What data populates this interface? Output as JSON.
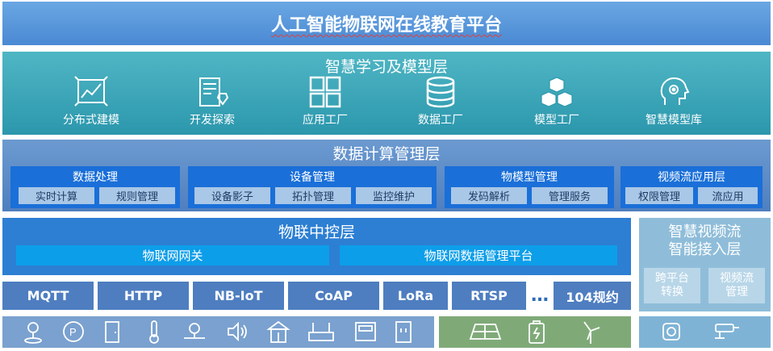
{
  "title": "人工智能物联网在线教育平台",
  "ai_layer": {
    "title": "智慧学习及模型层",
    "items": [
      {
        "label": "分布式建模",
        "icon": "distributed-modeling-icon"
      },
      {
        "label": "开发探索",
        "icon": "development-document-icon"
      },
      {
        "label": "应用工厂",
        "icon": "app-grid-icon"
      },
      {
        "label": "数据工厂",
        "icon": "database-icon"
      },
      {
        "label": "模型工厂",
        "icon": "cubes-icon"
      },
      {
        "label": "智慧模型库",
        "icon": "brain-gear-icon"
      }
    ]
  },
  "calc_layer": {
    "title": "数据计算管理层",
    "groups": [
      {
        "title": "数据处理",
        "items": [
          "实时计算",
          "规则管理"
        ]
      },
      {
        "title": "设备管理",
        "items": [
          "设备影子",
          "拓扑管理",
          "监控维护"
        ]
      },
      {
        "title": "物模型管理",
        "items": [
          "发码解析",
          "管理服务"
        ]
      },
      {
        "title": "视频流应用层",
        "items": [
          "权限管理",
          "流应用"
        ]
      }
    ]
  },
  "iot_layer": {
    "title": "物联中控层",
    "items": [
      "物联网网关",
      "物联网数据管理平台"
    ]
  },
  "video_layer": {
    "title_line1": "智慧视频流",
    "title_line2": "智能接入层",
    "items": [
      {
        "line1": "跨平台",
        "line2": "转换"
      },
      {
        "line1": "视频流",
        "line2": "管理"
      }
    ]
  },
  "protocols": [
    "MQTT",
    "HTTP",
    "NB-IoT",
    "CoAP",
    "LoRa",
    "RTSP",
    "104规约"
  ],
  "protocols_more": "…",
  "devices": {
    "sensor_icons": [
      "location-sensor-icon",
      "parking-sensor-icon",
      "door-sensor-icon",
      "thermometer-icon",
      "valve-icon",
      "speaker-icon",
      "building-icon",
      "router-icon",
      "gas-meter-icon",
      "smart-socket-icon"
    ],
    "energy_icons": [
      "solar-panel-icon",
      "battery-icon",
      "wind-turbine-icon"
    ],
    "video_icons": [
      "dome-camera-icon",
      "bullet-camera-icon"
    ]
  },
  "colors": {
    "title_bar": "#4a89d3",
    "ai_layer": "#2c97ad",
    "calc_layer": "#4f7fbf",
    "calc_group": "#1a6fd8",
    "iot_layer": "#2d7fd3",
    "iot_chip": "#0d9ee9",
    "video_layer": "#8fbdd9",
    "protocol": "#4e7ec0",
    "sensor_strip": "#7aa1cf",
    "energy_strip": "#7faa78",
    "video_strip": "#7fb3d6"
  }
}
